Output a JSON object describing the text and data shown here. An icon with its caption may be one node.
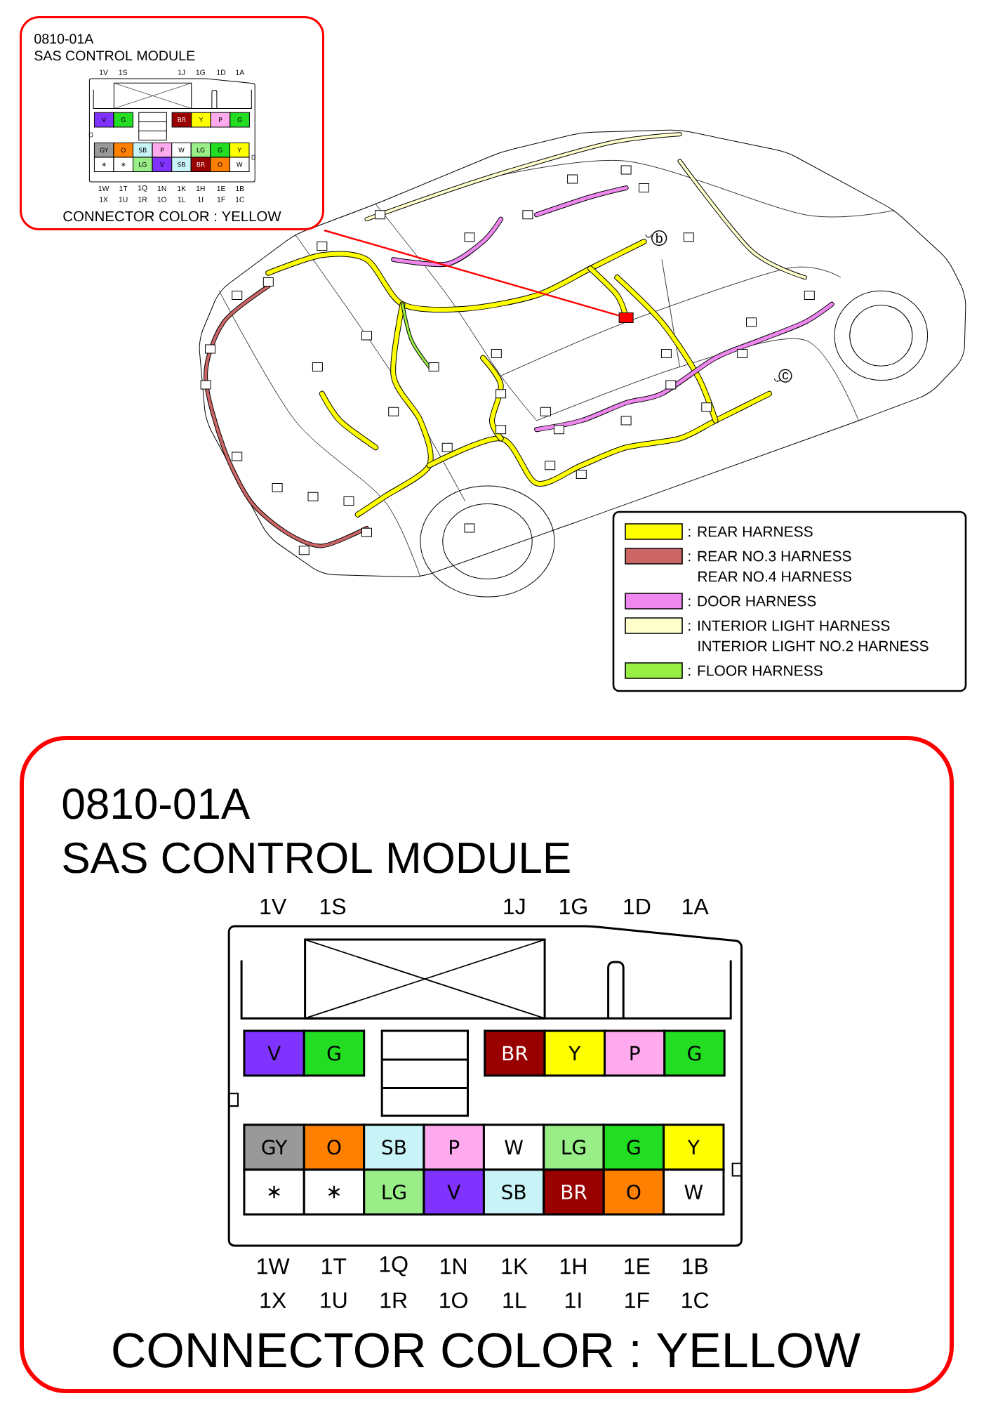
{
  "diagram": {
    "nodes": [
      {
        "text": [
          "0810-01A",
          "SAS CONTROL MODULE",
          "CONNECTOR COLOR : YELLOW"
        ]
      },
      {
        "text": [],
        "shape": "box"
      },
      {
        "text": [
          "0810-01A",
          "SAS CONTROL MODULE",
          "CONNECTOR COLOR : YELLOW"
        ]
      }
    ],
    "edges": [
      {
        "from": 0,
        "to": 1,
        "arrow": "none"
      }
    ],
    "labels": [
      "1V",
      "1S",
      "1J",
      "1G",
      "1D",
      "1A",
      "V",
      "G",
      "BR",
      "Y",
      "P",
      "G",
      "GY",
      "O",
      "SB",
      "P",
      "W",
      "LG",
      "G",
      "Y",
      "∗",
      "∗",
      "LG",
      "V",
      "SB",
      "BR",
      "O",
      "W",
      "1W",
      "1T",
      "1Q",
      "1N",
      "1K",
      "1H",
      "1E",
      "1B",
      "1X",
      "1U",
      "1R",
      "1O",
      "1L",
      "1I",
      "1F",
      "1C",
      "b",
      "c",
      "1V",
      "1S",
      "1J",
      "1G",
      "1D",
      "1A",
      "V",
      "G",
      "BR",
      "Y",
      "P",
      "G",
      "GY",
      "O",
      "SB",
      "P",
      "W",
      "LG",
      "G",
      "Y",
      "∗",
      "∗",
      "LG",
      "V",
      "SB",
      "BR",
      "O",
      "W",
      "1W",
      "1T",
      "1Q",
      "1N",
      "1K",
      "1H",
      "1E",
      "1B",
      "1X",
      "1U",
      "1R",
      "1O",
      "1L",
      "1I",
      "1F",
      "1C"
    ],
    "legend": [
      {
        "text": ": REAR HARNESS",
        "color": "#ffff00"
      },
      {
        "text": ": REAR NO.3 HARNESS",
        "color": "#cc6666"
      },
      {
        "text": "REAR NO.4 HARNESS"
      },
      {
        "text": ": DOOR HARNESS",
        "color": "#ee88ee"
      },
      {
        "text": ": INTERIOR LIGHT HARNESS",
        "color": "#ffffcc"
      },
      {
        "text": "INTERIOR LIGHT NO.2 HARNESS"
      },
      {
        "text": ": FLOOR HARNESS",
        "color": "#99ee44"
      }
    ]
  }
}
